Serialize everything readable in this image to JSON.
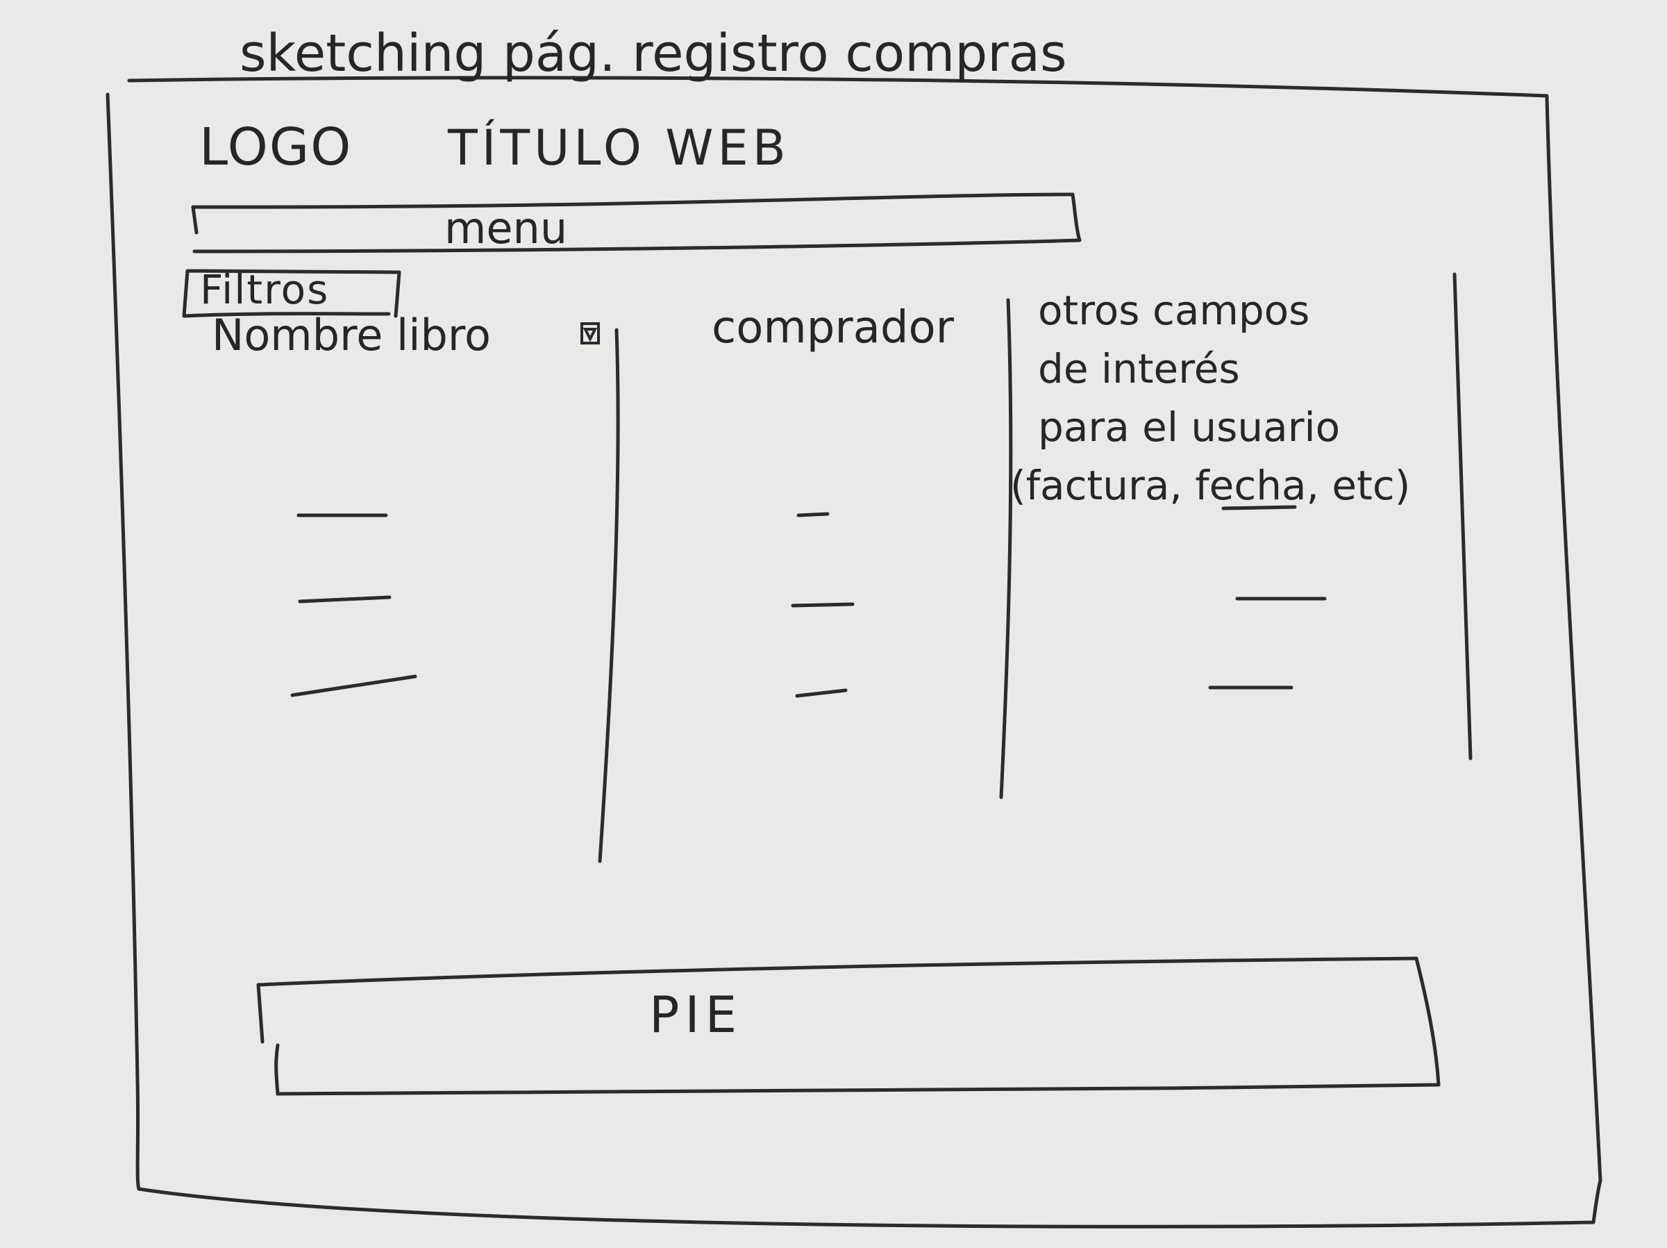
{
  "sketch": {
    "title": "sketching pág. registro compras",
    "logo": "LOGO",
    "site_title": "TÍTULO WEB",
    "menu": "menu",
    "filters": "Filtros",
    "columns": {
      "book": "Nombre libro",
      "buyer": "comprador",
      "other_fields": [
        "otros campos",
        "de interés",
        "para el usuario",
        "(factura, fecha, etc)"
      ]
    },
    "footer": "PIE"
  },
  "colors": {
    "paper": "#e9e9e7",
    "ink": "#2b2b2b"
  },
  "icons": {
    "dropdown": "chevron-down-icon"
  }
}
